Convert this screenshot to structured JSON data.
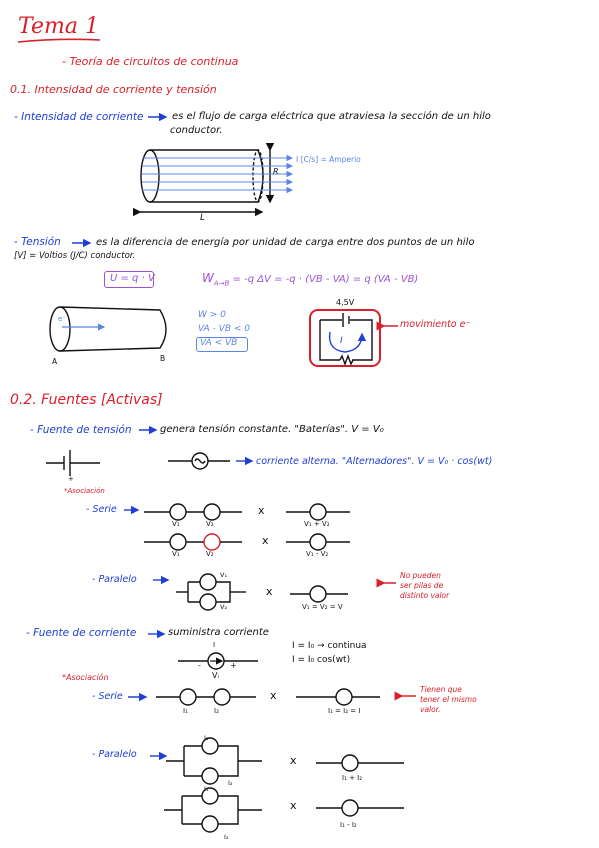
{
  "title": "Tema 1",
  "subtitle": "- Teoría de circuitos de continua",
  "s01": {
    "heading": "0.1. Intensidad de corriente y tensión",
    "intensidad_def_1": "- Intensidad de corriente",
    "intensidad_def_2": "es el flujo de carga eléctrica que atraviesa la sección de un hilo",
    "intensidad_def_3": "conductor.",
    "current_label": "I [C/s] = Amperio",
    "length_label": "L",
    "radius_label": "R",
    "tension_def_1": "- Tensión",
    "tension_def_2": "es la diferencia de energía por unidad de carga entre dos puntos de un hilo",
    "tension_def_3": "[V] = Voltios (J/C)  conductor.",
    "formula_u": "U = q · V",
    "formula_w": "W",
    "formula_w_sub": "A→B",
    "formula_w_rest": " = -q ΔV = -q · (VB - VA) = q (VA - VB)",
    "cond_1": "W > 0",
    "cond_2": "VA - VB < 0",
    "cond_3": "VA < VB",
    "point_a": "A",
    "point_b": "B",
    "e_label": "e⁻",
    "battery_voltage": "4,5V",
    "movement_label": "movimiento e⁻",
    "loop_label": "I"
  },
  "s02": {
    "heading": "0.2. Fuentes [Activas]",
    "fuente_tension_1": "- Fuente de tensión",
    "fuente_tension_2": "genera tensión constante. \"Baterías\". V = V₀",
    "alterna": "corriente alterna. \"Alternadores\". V = V₀ · cos(wt)",
    "plus_sign": "+",
    "asociacion_1": "*Asociación",
    "serie_1": "- Serie",
    "v1": "V₁",
    "v2": "V₂",
    "v1v2_sum": "V₁ + V₂",
    "v1v2_diff": "V₁ - V₂",
    "paralelo_1": "- Paralelo",
    "par_equal": "V₁ = V₂ = V",
    "no_pueden_1": "No pueden",
    "no_pueden_2": "ser pilas de",
    "no_pueden_3": "distinto valor",
    "fuente_corriente_1": "- Fuente de corriente",
    "fuente_corriente_2": "suministra corriente",
    "eq_cont": "I = I₀  → continua",
    "eq_alt": "I = I₀ cos(wt)",
    "i_label": "I",
    "vi_label": "Vᵢ",
    "minus_sign": "-",
    "asociacion_2": "*Asociación",
    "serie_2": "- Serie",
    "i1": "I₁",
    "i2": "I₂",
    "i_eq": "I₁ = I₂ = I",
    "tienen_1": "Tienen que",
    "tienen_2": "tener el mismo",
    "tienen_3": "valor.",
    "paralelo_2": "- Paralelo",
    "i_sum": "I₁ + I₂",
    "i_diff": "I₁ - I₂",
    "cross": "x"
  }
}
